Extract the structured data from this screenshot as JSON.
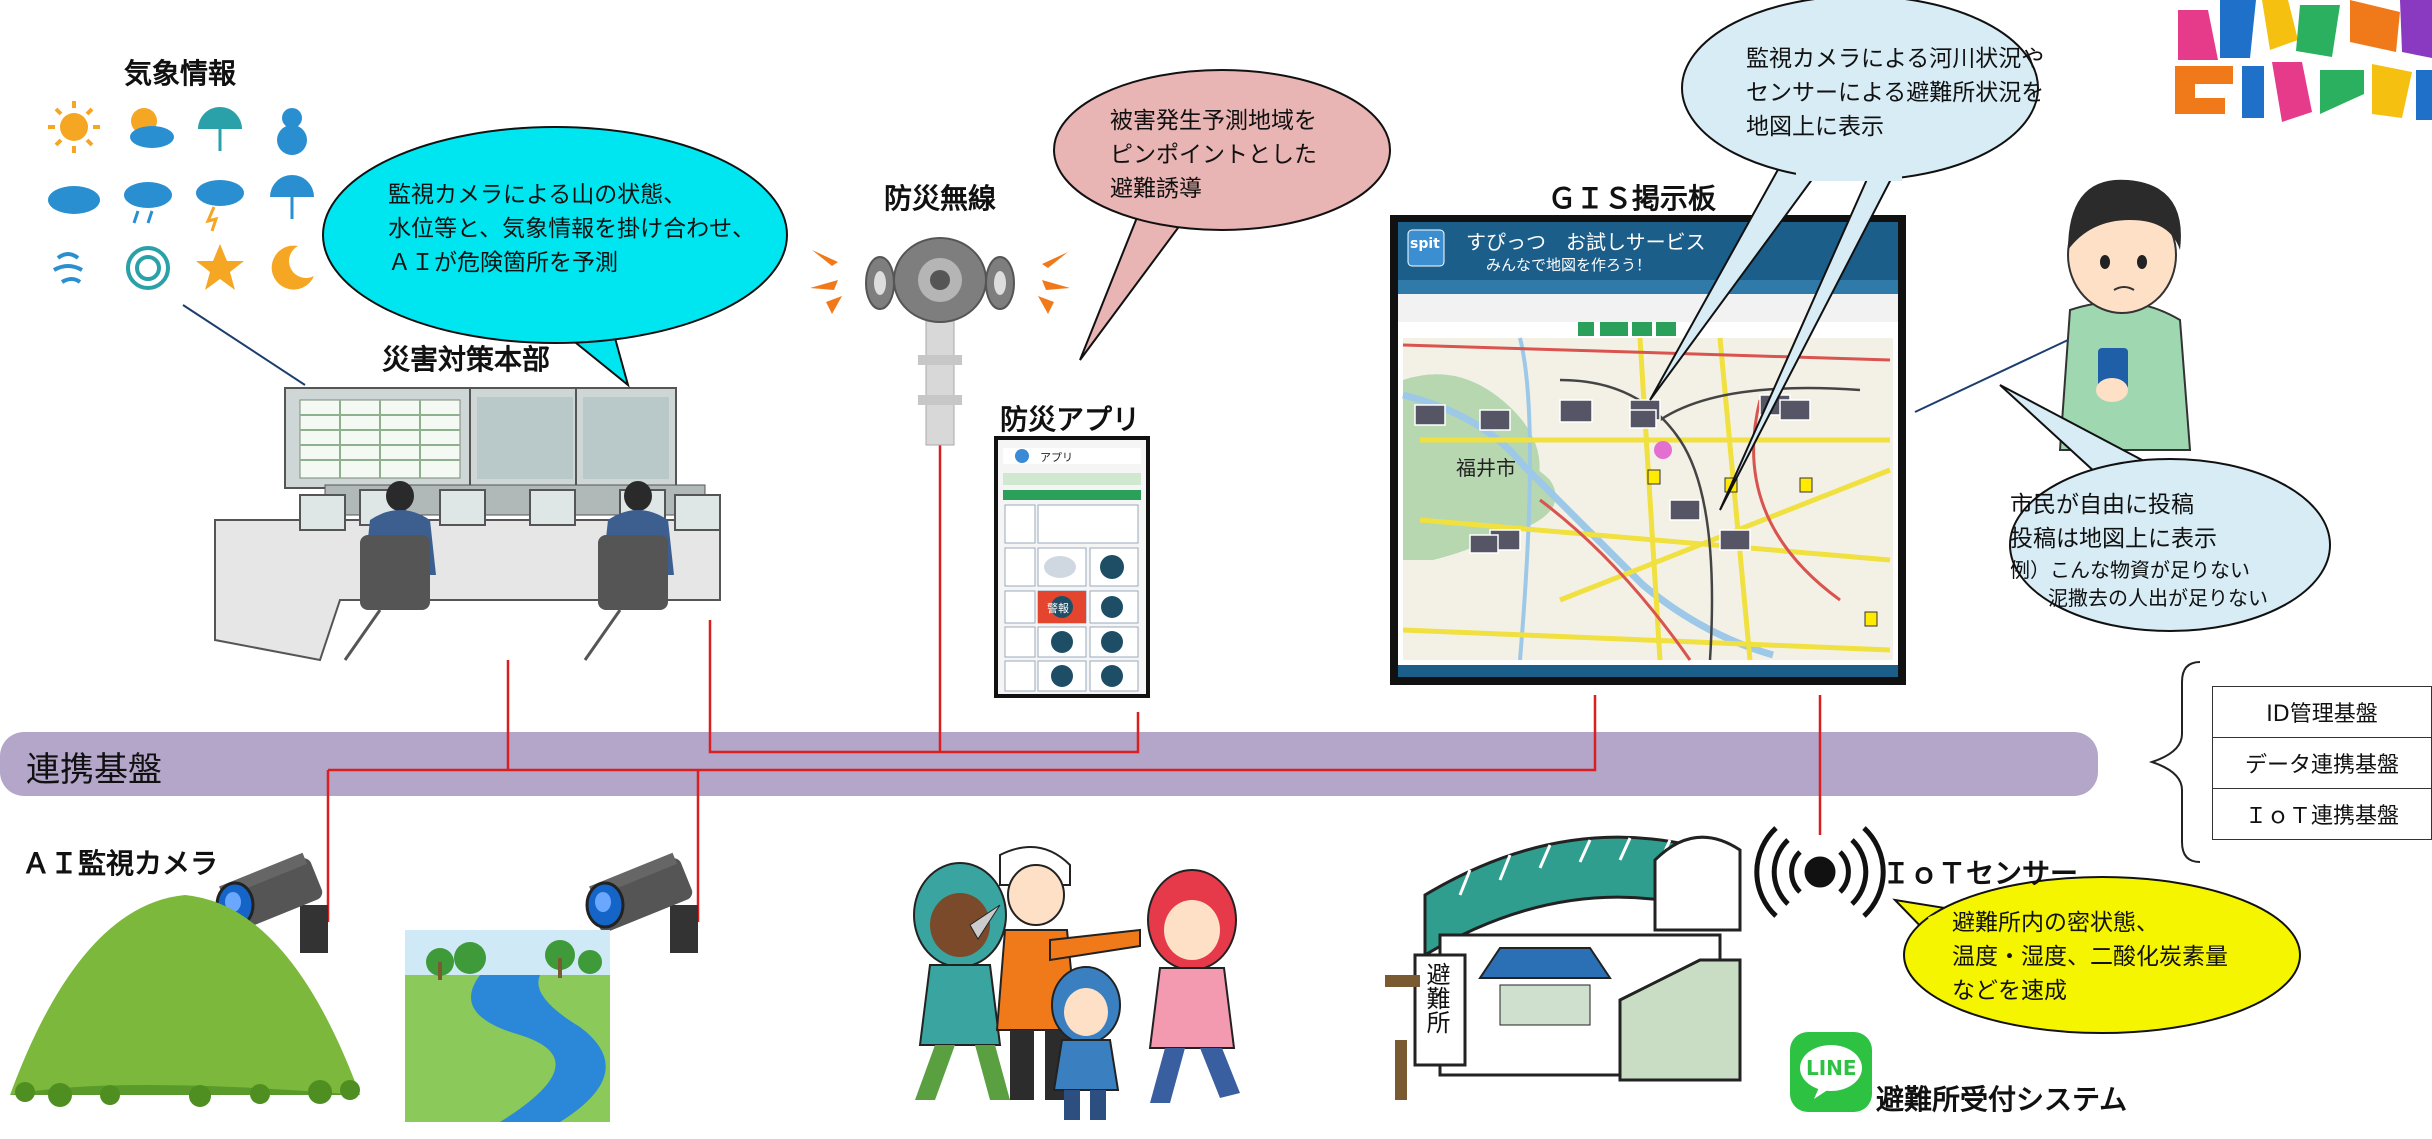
{
  "labels": {
    "weather": "気象情報",
    "hq": "災害対策本部",
    "radio": "防災無線",
    "app": "防災アプリ",
    "gis": "ＧＩＳ掲示板",
    "platform": "連携基盤",
    "camera": "ＡＩ監視カメラ",
    "iot": "ＩｏＴセンサー",
    "line_system": "避難所受付システム",
    "line_logo": "LINE"
  },
  "bubbles": {
    "ai_prediction": [
      "監視カメラによる山の状態、",
      "水位等と、気象情報を掛け合わせ、",
      "ＡＩが危険箇所を予測"
    ],
    "pinpoint": [
      "被害発生予測地域を",
      "ピンポイントとした",
      "避難誘導"
    ],
    "river": [
      "監視カメラによる河川状況や",
      "センサーによる避難所状況を",
      "地図上に表示"
    ],
    "citizen": [
      "市民が自由に投稿",
      "投稿は地図上に表示",
      "例）こんな物資が足りない",
      "泥撒去の人出が足りない"
    ],
    "shelter_sensor": [
      "避難所内の密状態、",
      "温度・湿度、二酸化炭素量",
      "などを速成"
    ]
  },
  "platform_boxes": [
    "ID管理基盤",
    "データ連携基盤",
    "ＩｏＴ連携基盤"
  ],
  "gis_screen": {
    "service_title": "すぴっつ　お試しサービス",
    "service_subtitle": "みんなで地図を作ろう！",
    "logo": "spit",
    "city_label": "福井市"
  },
  "app_screen": {
    "header": "アプリ",
    "warning_tile": "警報"
  },
  "shelter_sign": "避難所",
  "colors": {
    "platform_bar": "#b3a6c9",
    "link_line": "#d91f1f",
    "bubble_cyan": "#00e6f0",
    "bubble_pink": "#e8b4b4",
    "bubble_lightblue": "#d7ecf5",
    "bubble_yellow": "#f5f500"
  }
}
